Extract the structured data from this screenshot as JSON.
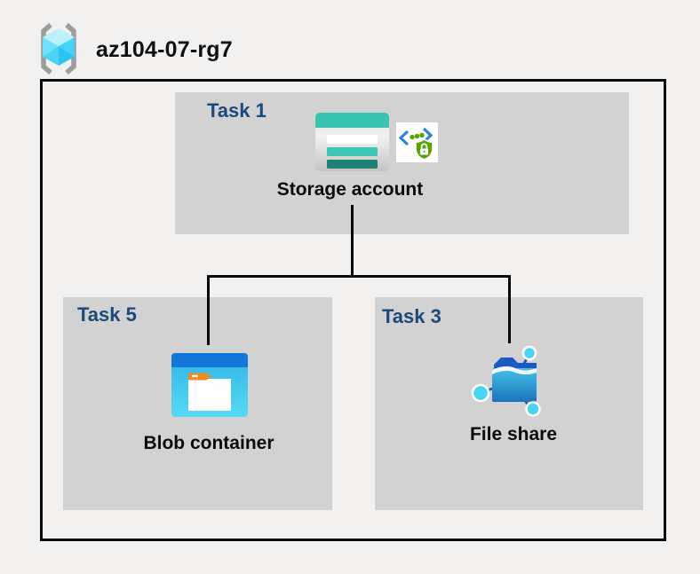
{
  "header": {
    "label": "az104-07-rg7",
    "icon": "resource-group-icon"
  },
  "colors": {
    "page_bg": "#f2f1f0",
    "box_bg": "#d3d2d2",
    "connector": "#0a0a0a",
    "task_label": "#1b4a7a",
    "caption_text": "#0b0b0b",
    "storage_teal": "#3bc3b2",
    "storage_teal_dark": "#1f8076",
    "blob_header_blue": "#1277d9",
    "blob_body_cyan": "#3fc6ee",
    "blob_tab_orange": "#f28a1e",
    "share_navy": "#1b59c5",
    "share_node_cyan": "#49d4f4",
    "secure_green": "#57a404",
    "secure_blue": "#2b86d8",
    "rg_bracket_gray": "#9d9d9d",
    "rg_cube_cyan": "#4cd4f6"
  },
  "diagram": {
    "nodes": [
      {
        "id": "task1",
        "label": "Task 1",
        "caption": "Storage account",
        "icons": [
          "storage-account-icon",
          "secure-access-icon"
        ]
      },
      {
        "id": "task5",
        "label": "Task 5",
        "caption": "Blob container",
        "icons": [
          "blob-container-icon"
        ]
      },
      {
        "id": "task3",
        "label": "Task 3",
        "caption": "File share",
        "icons": [
          "file-share-icon"
        ]
      }
    ],
    "edges": [
      {
        "from": "task1",
        "to": "task5"
      },
      {
        "from": "task1",
        "to": "task3"
      }
    ]
  }
}
